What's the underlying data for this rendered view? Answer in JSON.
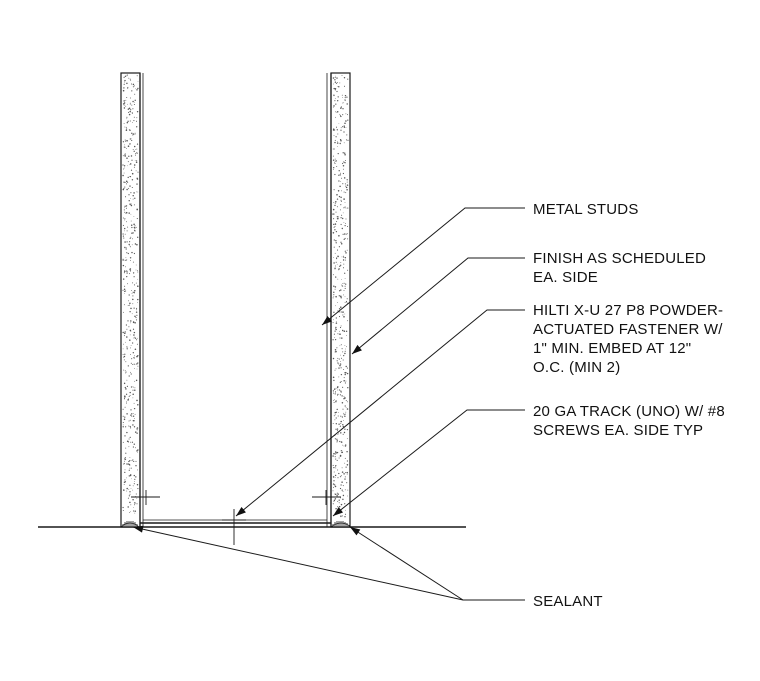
{
  "diagram": {
    "type": "architectural-detail",
    "colors": {
      "ink": "#1a1a1a",
      "board_fill": "#ffffff",
      "stipple": "#555555"
    },
    "callouts": [
      {
        "id": "metal-studs",
        "lines": [
          "METAL STUDS"
        ]
      },
      {
        "id": "finish",
        "lines": [
          "FINISH AS SCHEDULED",
          "EA. SIDE"
        ]
      },
      {
        "id": "fastener",
        "lines": [
          "HILTI X-U 27 P8 POWDER-",
          "ACTUATED FASTENER W/",
          "1\" MIN. EMBED AT 12\"",
          "O.C. (MIN 2)"
        ]
      },
      {
        "id": "track",
        "lines": [
          "20 GA TRACK (UNO) W/ #8",
          "SCREWS EA. SIDE TYP"
        ]
      },
      {
        "id": "sealant",
        "lines": [
          "SEALANT"
        ]
      }
    ]
  }
}
